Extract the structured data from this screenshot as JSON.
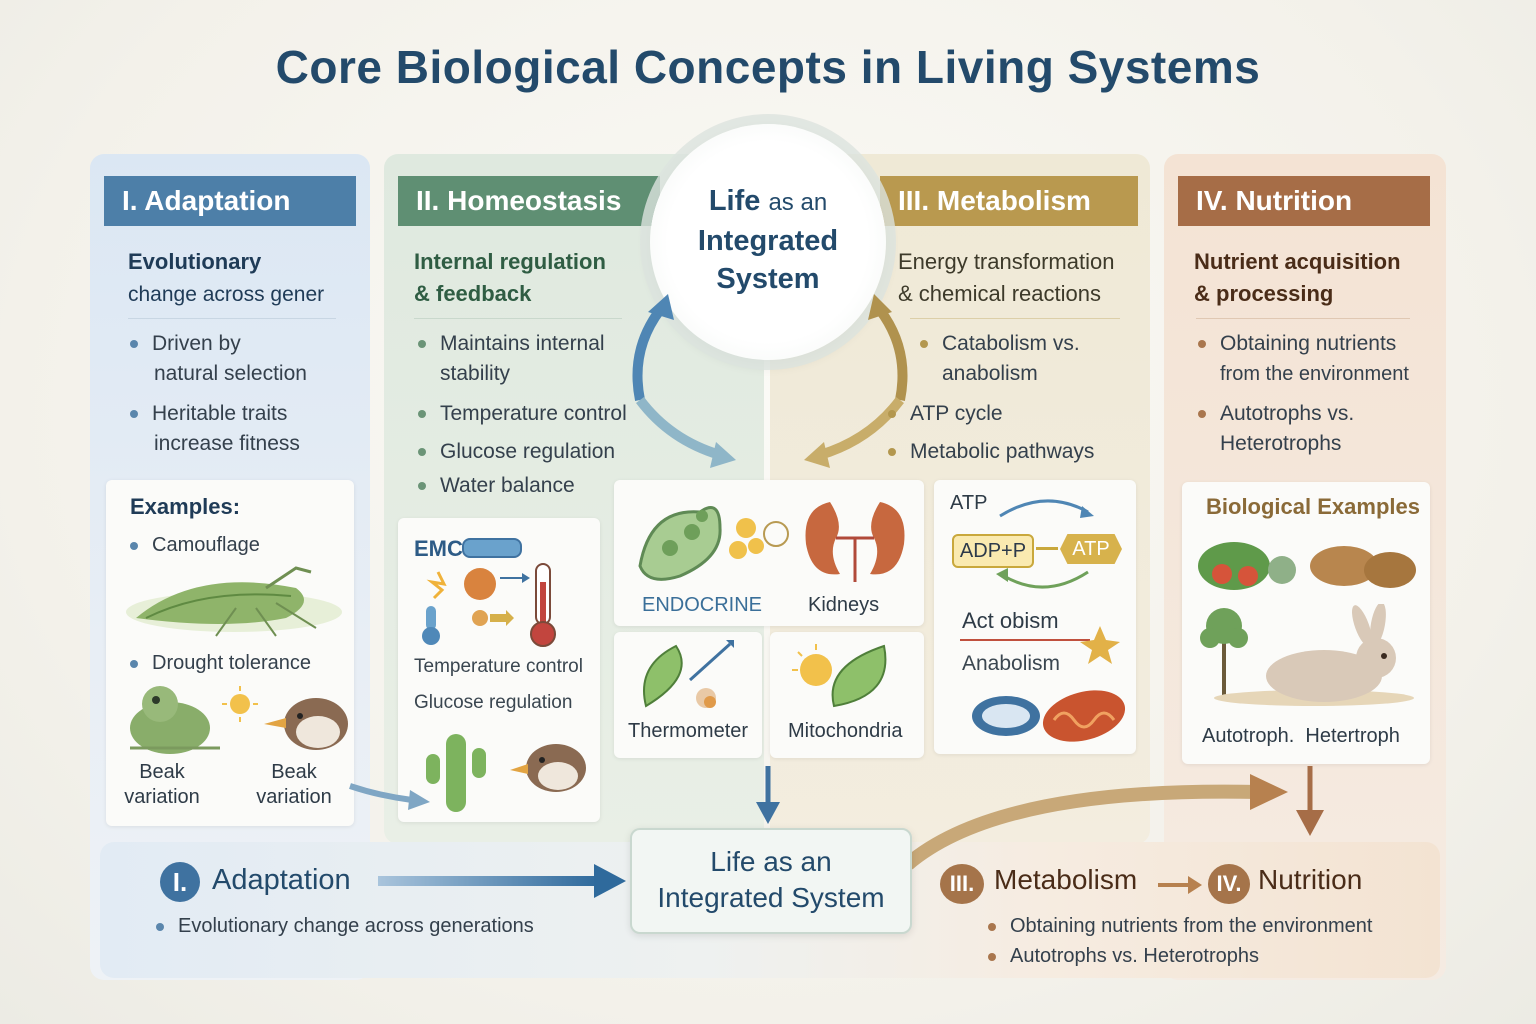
{
  "title": "Core Biological Concepts in Living Systems",
  "hub": {
    "line1_bold": "Life",
    "line1_rest": "as an",
    "line2": "Integrated",
    "line3": "System"
  },
  "adaptation": {
    "header": "I. Adaptation",
    "subtitle_bold": "Evolutionary",
    "subtitle_rest": "change across gener",
    "bullets": [
      "Driven by",
      "natural selection",
      "Heritable traits",
      "increase fitness"
    ],
    "examples_title": "Examples:",
    "example1": "Camouflage",
    "example2": "Drought tolerance",
    "beak1_a": "Beak",
    "beak1_b": "variation",
    "beak2_a": "Beak",
    "beak2_b": "variation"
  },
  "homeostasis": {
    "header": "II. Homeostasis",
    "subtitle1": "Internal regulation",
    "subtitle2": "& feedback",
    "bullets": [
      "Maintains internal",
      "stability",
      "Temperature control",
      "Glucose regulation",
      "Water balance"
    ],
    "card_label1": "EMC",
    "card_temp": "Temperature control",
    "card_glucose": "Glucose regulation"
  },
  "center_cards": {
    "endocrine": "ENDOCRINE",
    "kidneys": "Kidneys",
    "thermometer": "Thermometer",
    "mitochondria": "Mitochondria"
  },
  "metabolism": {
    "header": "III. Metabolism",
    "subtitle1": "Energy transformation",
    "subtitle2": "& chemical reactions",
    "bullets": [
      "Catabolism vs.",
      "anabolism",
      "ATP cycle",
      "Metabolic pathways"
    ],
    "atp_top": "ATP",
    "adp": "ADP+P",
    "atp_right": "ATP",
    "catabolism": "Act obism",
    "anabolism": "Anabolism"
  },
  "nutrition": {
    "header": "IV. Nutrition",
    "subtitle1": "Nutrient acquisition",
    "subtitle2": "& processing",
    "bullets": [
      "Obtaining nutrients",
      "from the environment",
      "Autotrophs vs.",
      "Heterotrophs"
    ],
    "examples_title": "Biological Examples",
    "caption": "Autotroph.  Hetertroph"
  },
  "bottom": {
    "adapt_num": "I.",
    "adapt_label": "Adaptation",
    "adapt_bullet": "Evolutionary change across generations",
    "center1": "Life as an",
    "center2": "Integrated System",
    "metab_num": "III.",
    "metab_label": "Metabolism",
    "nutri_num": "IV.",
    "nutri_label": "Nutrition",
    "bullet1": "Obtaining nutrients from the environment",
    "bullet2": "Autotrophs vs. Heterotrophs"
  },
  "colors": {
    "adapt": "#4d7fa8",
    "homeo": "#5f8f73",
    "metab": "#b9994f",
    "nutri": "#a66d47",
    "title": "#234a6b"
  }
}
